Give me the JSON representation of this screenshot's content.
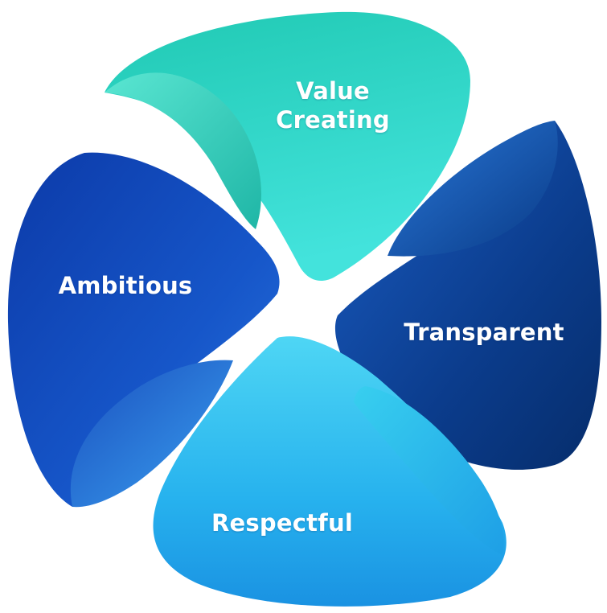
{
  "petals": {
    "value_creating": {
      "line1": "Value",
      "line2": "Creating",
      "color": "#2fd3c6"
    },
    "ambitious": {
      "label": "Ambitious",
      "color": "#1453c6"
    },
    "transparent": {
      "label": "Transparent",
      "color": "#0a3f92"
    },
    "respectful": {
      "label": "Respectful",
      "color": "#21b5ee"
    }
  }
}
